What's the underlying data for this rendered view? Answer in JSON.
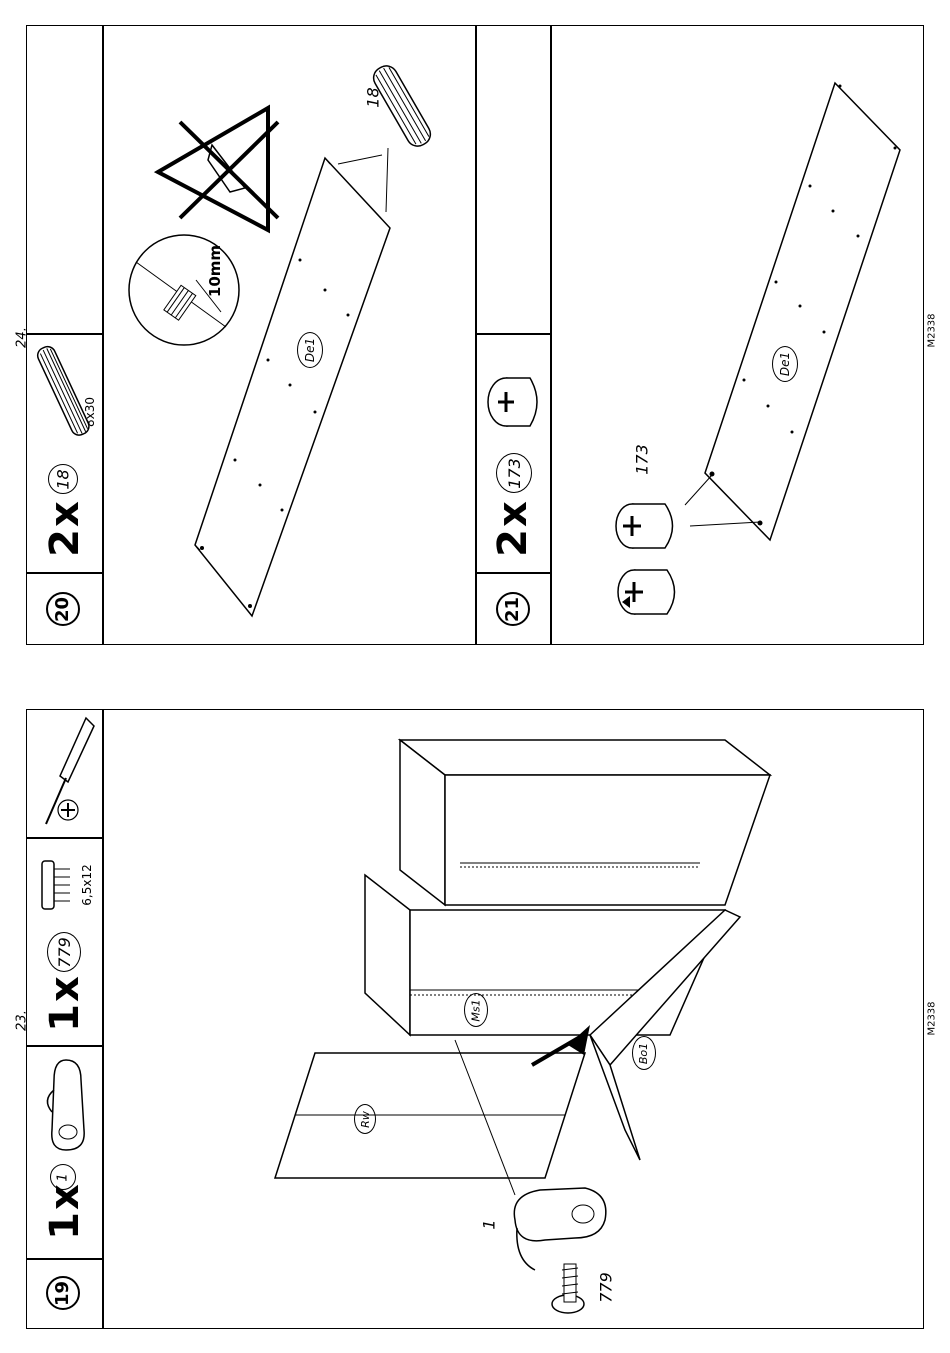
{
  "page_numbers": {
    "upper": "24.",
    "lower": "23."
  },
  "doc_code": {
    "upper": "M2338",
    "lower": "M2338"
  },
  "upper_section": {
    "step20": {
      "step_number": "20",
      "quantity": "2x",
      "part_id": "18",
      "part_size": "8x30",
      "callout_part": "18",
      "measure": "10mm",
      "panel_label": "De1"
    },
    "step21": {
      "step_number": "21",
      "quantity": "2x",
      "part_id": "173",
      "callout_part": "173",
      "panel_label": "De1"
    }
  },
  "lower_section": {
    "step19": {
      "step_number": "19",
      "parts": [
        {
          "quantity": "1x",
          "part_id": "1"
        },
        {
          "quantity": "1x",
          "part_id": "779",
          "part_size": "6,5x12"
        }
      ],
      "labels": {
        "back_panel": "Rw",
        "shelf_mid": "Ms1",
        "bottom": "Bo1"
      },
      "callouts": {
        "bracket": "1",
        "screw": "779"
      }
    }
  },
  "icons": [
    "dowel-icon",
    "cam-lock-icon",
    "bracket-icon",
    "screw-icon",
    "screwdriver-icon",
    "phillips-head-icon",
    "warning-triangle-icon"
  ]
}
